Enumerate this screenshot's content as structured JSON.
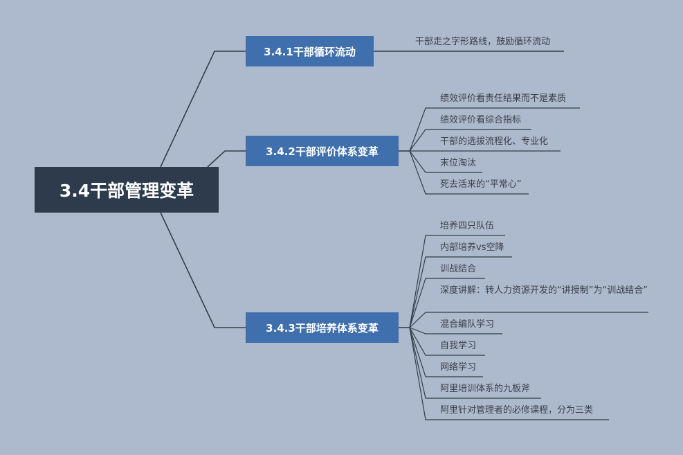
{
  "root": {
    "label": "3.4干部管理变革"
  },
  "topics": [
    {
      "label": "3.4.1干部循环流动",
      "children": [
        "干部走之字形路线，鼓励循环流动"
      ]
    },
    {
      "label": "3.4.2干部评价体系变革",
      "children": [
        "绩效评价看责任结果而不是素质",
        "绩效评价看综合指标",
        "干部的选拔流程化、专业化",
        "末位淘汰",
        "死去活来的“平常心”"
      ]
    },
    {
      "label": "3.4.3干部培养体系变革",
      "children": [
        "培养四只队伍",
        "内部培养vs空降",
        "训战结合",
        "深度讲解：转人力资源开发的“讲授制”为“训战结合”",
        "混合编队学习",
        "自我学习",
        "网络学习",
        "阿里培训体系的九板斧",
        "阿里针对管理者的必修课程，分为三类"
      ]
    }
  ],
  "colors": {
    "background": "#adb9cd",
    "root": "#2e3b4c",
    "topic": "#3f6fad",
    "line": "#333d4a"
  }
}
